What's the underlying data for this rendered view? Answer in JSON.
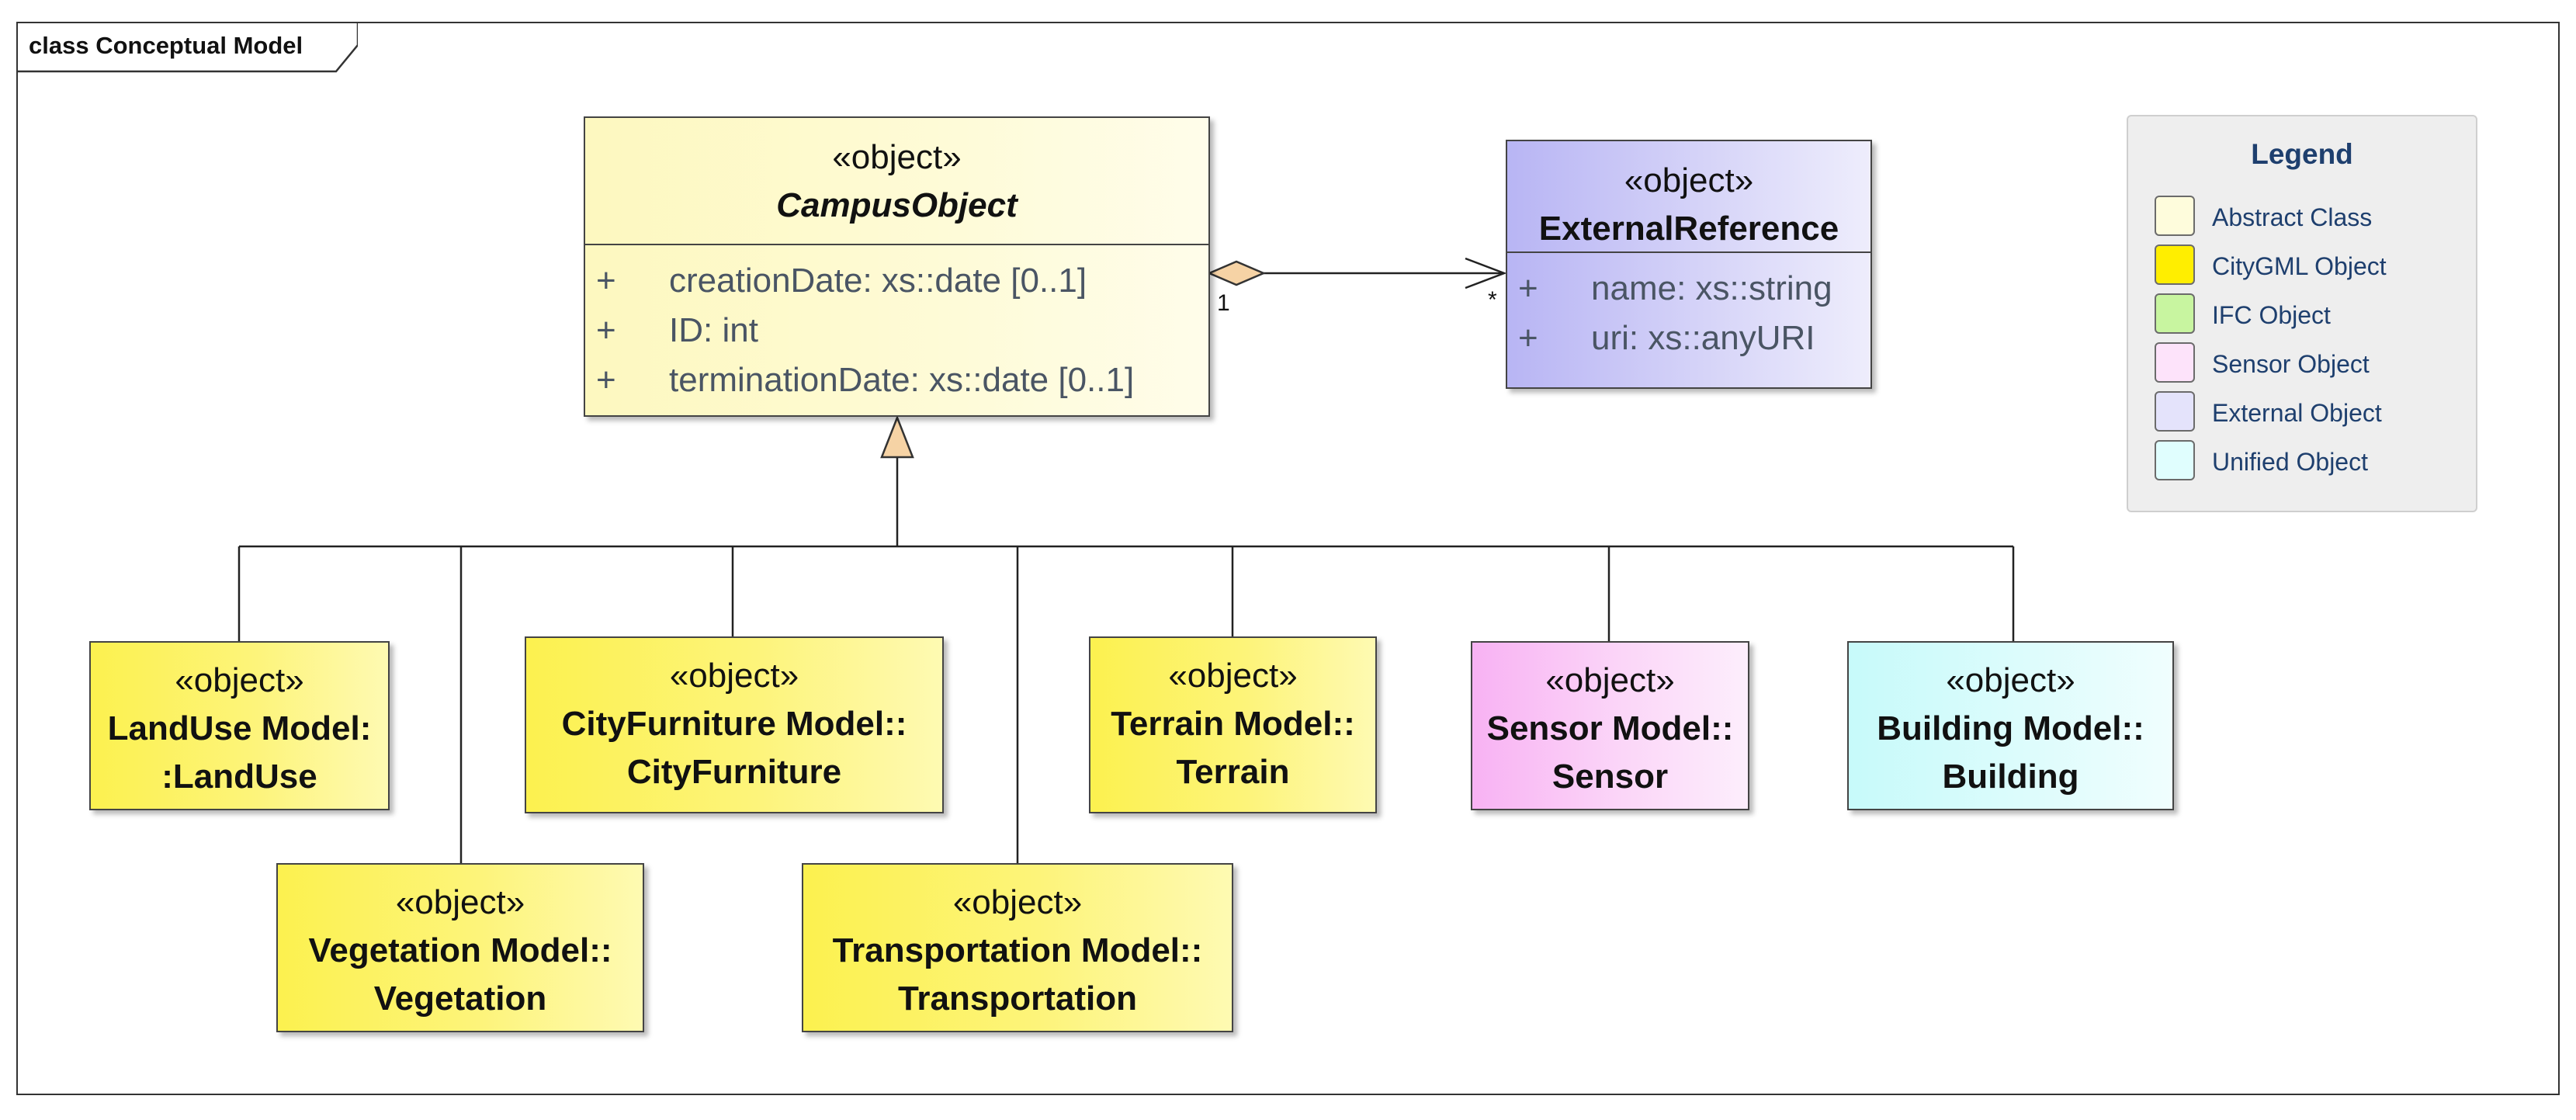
{
  "frame": {
    "label": "class Conceptual Model"
  },
  "campus_object": {
    "stereotype": "«object»",
    "name": "CampusObject",
    "attributes": [
      {
        "vis": "+",
        "text": "creationDate: xs::date [0..1]"
      },
      {
        "vis": "+",
        "text": "ID: int"
      },
      {
        "vis": "+",
        "text": "terminationDate: xs::date [0..1]"
      }
    ]
  },
  "external_reference": {
    "stereotype": "«object»",
    "name": "ExternalReference",
    "attributes": [
      {
        "vis": "+",
        "text": "name: xs::string"
      },
      {
        "vis": "+",
        "text": "uri: xs::anyURI"
      }
    ]
  },
  "association": {
    "source_multiplicity": "1",
    "target_multiplicity": "*"
  },
  "subclasses": {
    "landuse": {
      "stereotype": "«object»",
      "line1": "LandUse Model:",
      "line2": ":LandUse"
    },
    "vegetation": {
      "stereotype": "«object»",
      "line1": "Vegetation Model::",
      "line2": "Vegetation"
    },
    "cityfurniture": {
      "stereotype": "«object»",
      "line1": "CityFurniture Model::",
      "line2": "CityFurniture"
    },
    "transportation": {
      "stereotype": "«object»",
      "line1": "Transportation Model::",
      "line2": "Transportation"
    },
    "terrain": {
      "stereotype": "«object»",
      "line1": "Terrain Model::",
      "line2": "Terrain"
    },
    "sensor": {
      "stereotype": "«object»",
      "line1": "Sensor Model::",
      "line2": "Sensor"
    },
    "building": {
      "stereotype": "«object»",
      "line1": "Building Model::",
      "line2": "Building"
    }
  },
  "legend": {
    "title": "Legend",
    "items": [
      {
        "label": "Abstract Class",
        "color": "#fefcdc"
      },
      {
        "label": "CityGML Object",
        "color": "#ffee00"
      },
      {
        "label": "IFC Object",
        "color": "#c8f5a0"
      },
      {
        "label": "Sensor Object",
        "color": "#fde3fa"
      },
      {
        "label": "External Object",
        "color": "#e4e3fb"
      },
      {
        "label": "Unified Object",
        "color": "#e0fefe"
      }
    ]
  }
}
